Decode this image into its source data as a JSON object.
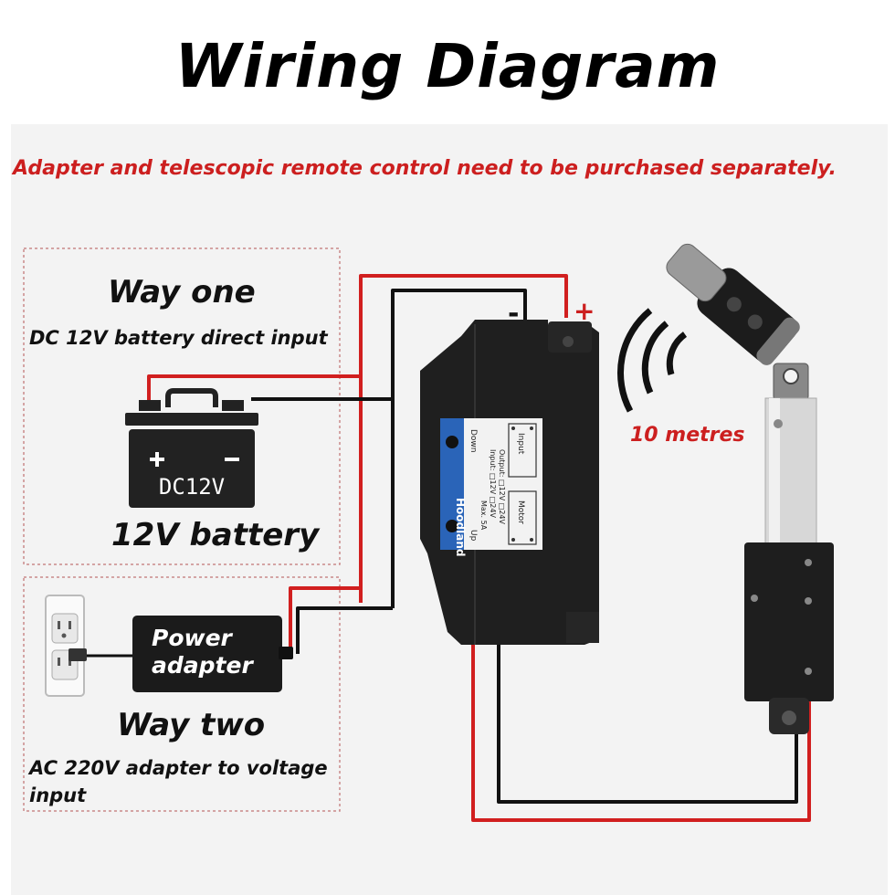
{
  "title": "Wiring Diagram",
  "notice": "Adapter and telescopic remote control need to be purchased separately.",
  "way_one": {
    "title": "Way one",
    "description": "DC 12V battery direct input",
    "battery_face": "DC12V",
    "battery_label": "12V battery"
  },
  "way_two": {
    "title": "Way two",
    "description": "AC 220V adapter to voltage input",
    "adapter_line1": "Power",
    "adapter_line2": "adapter"
  },
  "controller": {
    "brand": "Hoodland",
    "btn_up": "Up",
    "btn_down": "Down",
    "max": "Max. 5A",
    "input_opts": "Input: □12V □24V",
    "output_opts": "Output: □12V □24V",
    "input_port": "Input",
    "motor_port": "Motor",
    "terminal_minus": "-",
    "terminal_plus": "+"
  },
  "remote_range": "10 metres",
  "colors": {
    "wire_red": "#d11f1f",
    "wire_black": "#111111",
    "notice": "#cc1f1f",
    "label_blue": "#2a64b8"
  },
  "icons": [
    "car-battery-icon",
    "wall-outlet-icon",
    "power-adapter-icon",
    "remote-control-icon",
    "wireless-signal-icon",
    "linear-actuator-icon",
    "controller-box-icon"
  ]
}
